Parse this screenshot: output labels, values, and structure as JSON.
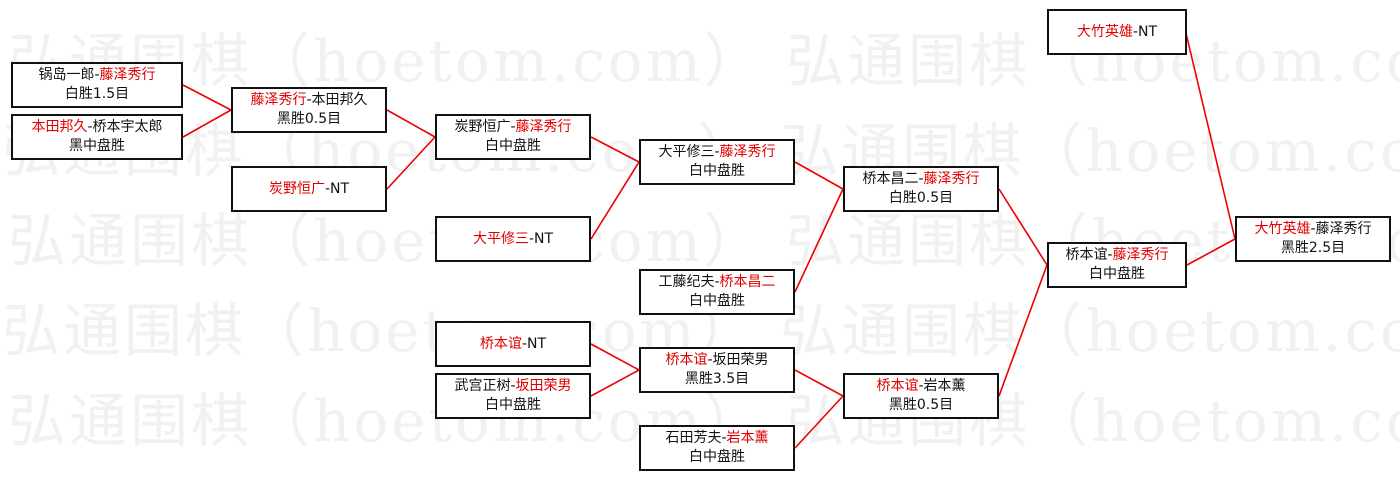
{
  "watermark": "弘通围棋（hoetom.com）",
  "colors": {
    "winner": "#e00000",
    "text": "#111111",
    "connector": "#ee0000",
    "border": "#111111"
  },
  "matches": [
    {
      "id": "m1",
      "p1": "锅岛一郎",
      "p2": "藤泽秀行",
      "winner": 2,
      "result": "白胜1.5目"
    },
    {
      "id": "m2",
      "p1": "本田邦久",
      "p2": "桥本宇太郎",
      "winner": 1,
      "result": "黑中盘胜"
    },
    {
      "id": "m3",
      "p1": "藤泽秀行",
      "p2": "本田邦久",
      "winner": 1,
      "result": "黑胜0.5目"
    },
    {
      "id": "m4",
      "p1": "炭野恒广",
      "p2": "NT",
      "winner": 1,
      "result": ""
    },
    {
      "id": "m5",
      "p1": "炭野恒广",
      "p2": "藤泽秀行",
      "winner": 2,
      "result": "白中盘胜"
    },
    {
      "id": "m6",
      "p1": "大平修三",
      "p2": "NT",
      "winner": 1,
      "result": ""
    },
    {
      "id": "m7",
      "p1": "大平修三",
      "p2": "藤泽秀行",
      "winner": 2,
      "result": "白中盘胜"
    },
    {
      "id": "m8",
      "p1": "工藤纪夫",
      "p2": "桥本昌二",
      "winner": 2,
      "result": "白中盘胜"
    },
    {
      "id": "m9",
      "p1": "桥本昌二",
      "p2": "藤泽秀行",
      "winner": 2,
      "result": "白胜0.5目"
    },
    {
      "id": "m10",
      "p1": "桥本谊",
      "p2": "NT",
      "winner": 1,
      "result": ""
    },
    {
      "id": "m11",
      "p1": "武宫正树",
      "p2": "坂田荣男",
      "winner": 2,
      "result": "白中盘胜"
    },
    {
      "id": "m12",
      "p1": "桥本谊",
      "p2": "坂田荣男",
      "winner": 1,
      "result": "黑胜3.5目"
    },
    {
      "id": "m13",
      "p1": "石田芳夫",
      "p2": "岩本薰",
      "winner": 2,
      "result": "白中盘胜"
    },
    {
      "id": "m14",
      "p1": "桥本谊",
      "p2": "岩本薰",
      "winner": 1,
      "result": "黑胜0.5目"
    },
    {
      "id": "m15",
      "p1": "桥本谊",
      "p2": "藤泽秀行",
      "winner": 2,
      "result": "白中盘胜"
    },
    {
      "id": "m16",
      "p1": "大竹英雄",
      "p2": "NT",
      "winner": 1,
      "result": ""
    },
    {
      "id": "m17",
      "p1": "大竹英雄",
      "p2": "藤泽秀行",
      "winner": 1,
      "result": "黑胜2.5目"
    }
  ],
  "links": [
    [
      "m1",
      "m3"
    ],
    [
      "m2",
      "m3"
    ],
    [
      "m3",
      "m5"
    ],
    [
      "m4",
      "m5"
    ],
    [
      "m5",
      "m7"
    ],
    [
      "m6",
      "m7"
    ],
    [
      "m7",
      "m9"
    ],
    [
      "m8",
      "m9"
    ],
    [
      "m10",
      "m12"
    ],
    [
      "m11",
      "m12"
    ],
    [
      "m12",
      "m14"
    ],
    [
      "m13",
      "m14"
    ],
    [
      "m9",
      "m15"
    ],
    [
      "m14",
      "m15"
    ],
    [
      "m15",
      "m17"
    ],
    [
      "m16",
      "m17"
    ]
  ]
}
